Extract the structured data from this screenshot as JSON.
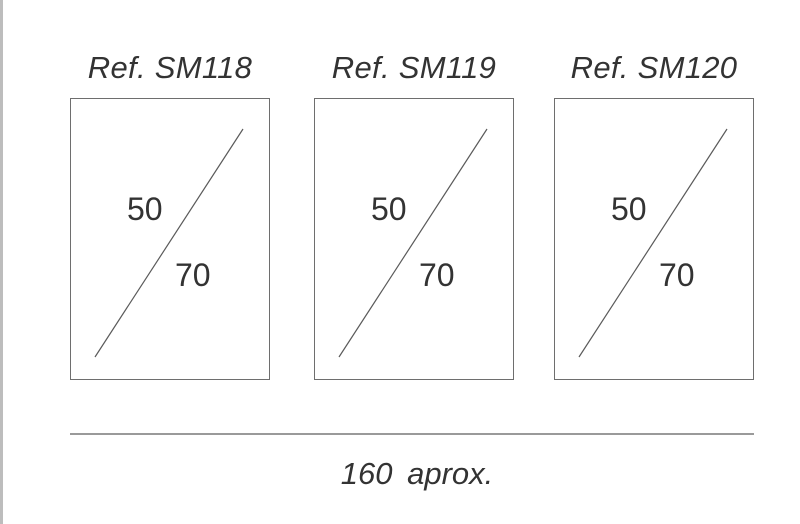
{
  "panels": [
    {
      "ref": "Ref. SM118",
      "width": "50",
      "height": "70"
    },
    {
      "ref": "Ref. SM119",
      "width": "50",
      "height": "70"
    },
    {
      "ref": "Ref. SM120",
      "width": "50",
      "height": "70"
    }
  ],
  "total_width_label": "160  aprox.",
  "colors": {
    "line": "#5a5a5a",
    "frame": "#6e6e6e",
    "baseline": "#9a9a9a",
    "text": "#333333"
  }
}
